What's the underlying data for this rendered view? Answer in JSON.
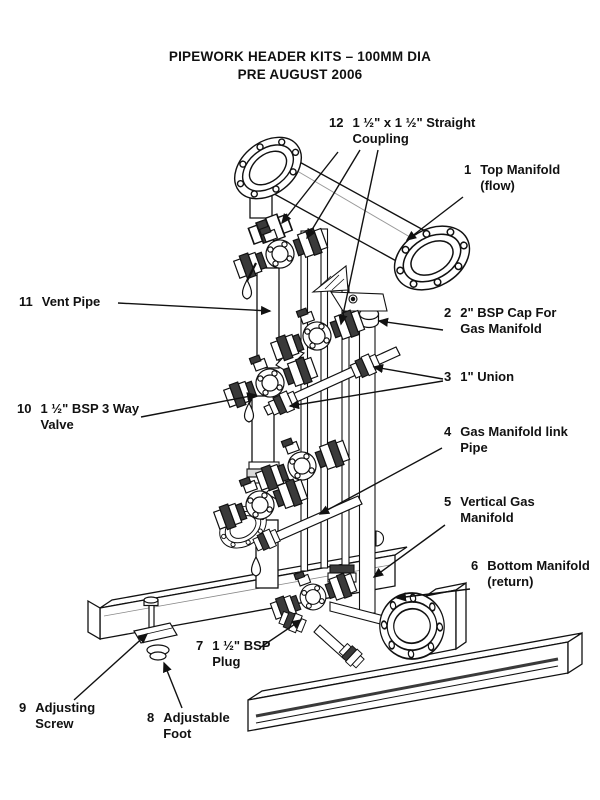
{
  "title": {
    "line1": "PIPEWORK HEADER KITS – 100MM DIA",
    "line2": "PRE AUGUST 2006"
  },
  "callouts": [
    {
      "num": "1",
      "text": "Top Manifold\n(flow)"
    },
    {
      "num": "2",
      "text": "2\" BSP Cap For\nGas Manifold"
    },
    {
      "num": "3",
      "text": "1\" Union"
    },
    {
      "num": "4",
      "text": "Gas Manifold link\nPipe"
    },
    {
      "num": "5",
      "text": "Vertical Gas\nManifold"
    },
    {
      "num": "6",
      "text": "Bottom Manifold\n(return)"
    },
    {
      "num": "7",
      "text": "1 ½\" BSP\nPlug"
    },
    {
      "num": "8",
      "text": "Adjustable\nFoot"
    },
    {
      "num": "9",
      "text": "Adjusting\nScrew"
    },
    {
      "num": "10",
      "text": "1 ½\" BSP 3 Way\nValve"
    },
    {
      "num": "11",
      "text": "Vent Pipe"
    },
    {
      "num": "12",
      "text": "1 ½\" x 1 ½\" Straight\nCoupling"
    }
  ],
  "colors": {
    "ink": "#111111",
    "paper": "#ffffff",
    "band_dark": "#3a3a3a"
  }
}
